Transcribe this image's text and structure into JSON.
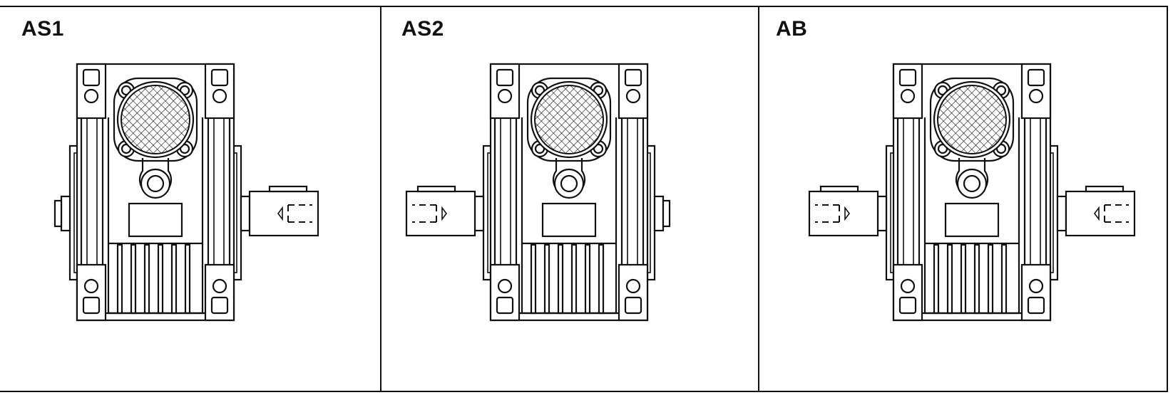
{
  "panels": [
    {
      "label": "AS1",
      "shaft_side": "right",
      "extension_side": "left"
    },
    {
      "label": "AS2",
      "shaft_side": "left",
      "extension_side": "right"
    },
    {
      "label": "AB",
      "shaft_side": "both",
      "extension_side": "none"
    }
  ]
}
